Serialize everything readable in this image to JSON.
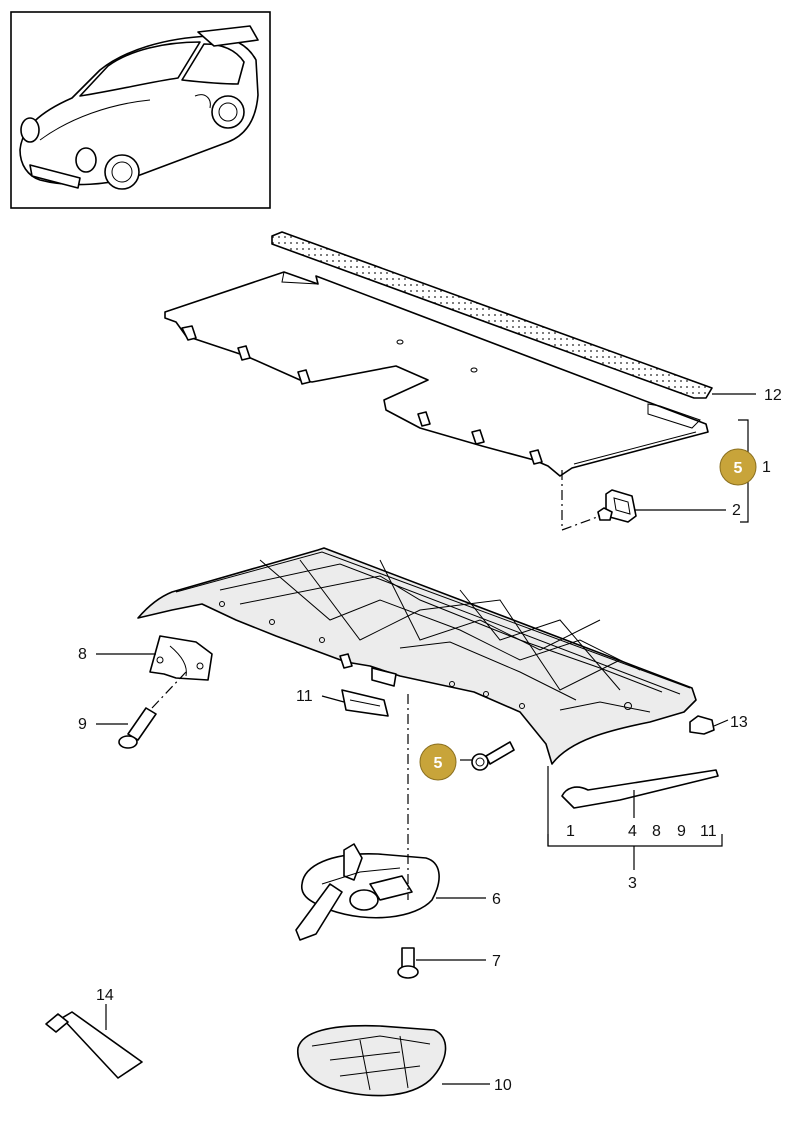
{
  "callouts": {
    "c1": "1",
    "c2": "2",
    "c3": "3",
    "c6": "6",
    "c7": "7",
    "c8": "8",
    "c9": "9",
    "c10": "10",
    "c11": "11",
    "c12": "12",
    "c13": "13",
    "c14": "14",
    "group3": [
      "1",
      "4",
      "8",
      "9",
      "11"
    ]
  },
  "badges": [
    {
      "label": "5",
      "color": "#c8a43a"
    },
    {
      "label": "5",
      "color": "#c8a43a"
    }
  ]
}
